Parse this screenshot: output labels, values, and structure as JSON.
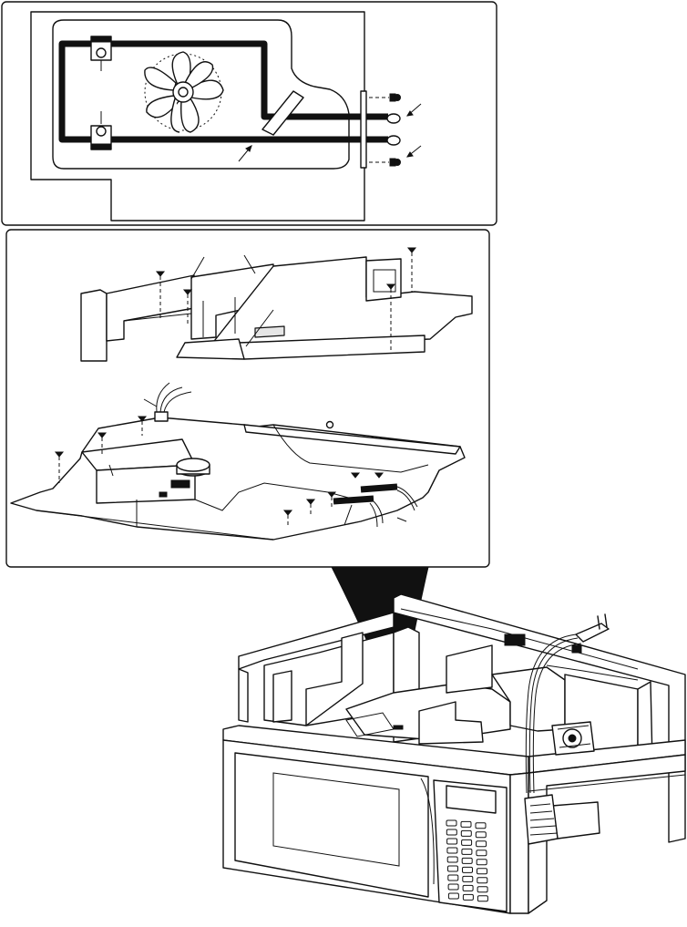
{
  "figure": {
    "panels": [
      {
        "id": "top",
        "content": "fan-motor-and-wiring-detail"
      },
      {
        "id": "middle",
        "content": "exploded-duct-and-base-assembly"
      },
      {
        "id": "bottom",
        "content": "microwave-oven-chassis-view"
      }
    ],
    "colors": {
      "line": "#111111",
      "background": "#ffffff",
      "shade": "#e6e6e6"
    }
  }
}
